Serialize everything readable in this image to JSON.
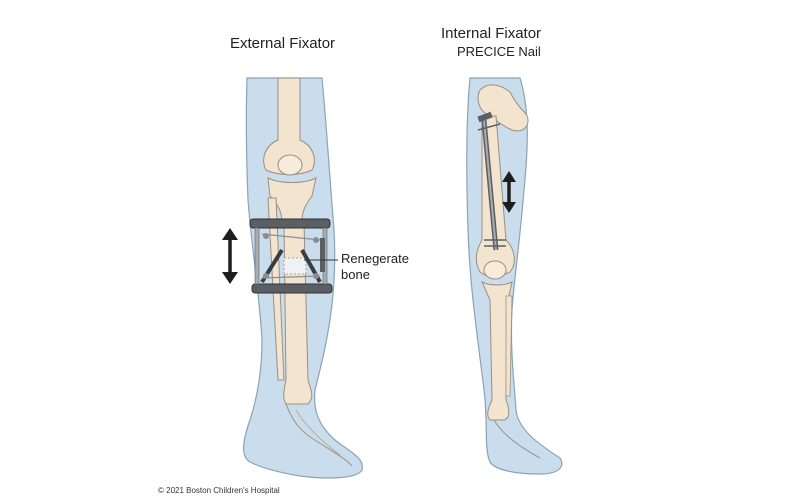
{
  "left_panel": {
    "title": "External Fixator",
    "callout_line1": "Renegerate",
    "callout_line2": "bone"
  },
  "right_panel": {
    "title": "Internal Fixator",
    "subtitle": "PRECICE Nail"
  },
  "footer": {
    "copyright": "© 2021 Boston Children's Hospital"
  },
  "colors": {
    "skin": "#c9dded",
    "skin_outline": "#8aa3b6",
    "bone": "#f3e4cf",
    "bone_outline": "#9a8f82",
    "metal": "#5b5f63",
    "metal_light": "#a9adb1",
    "arrow": "#1e1e1e"
  }
}
